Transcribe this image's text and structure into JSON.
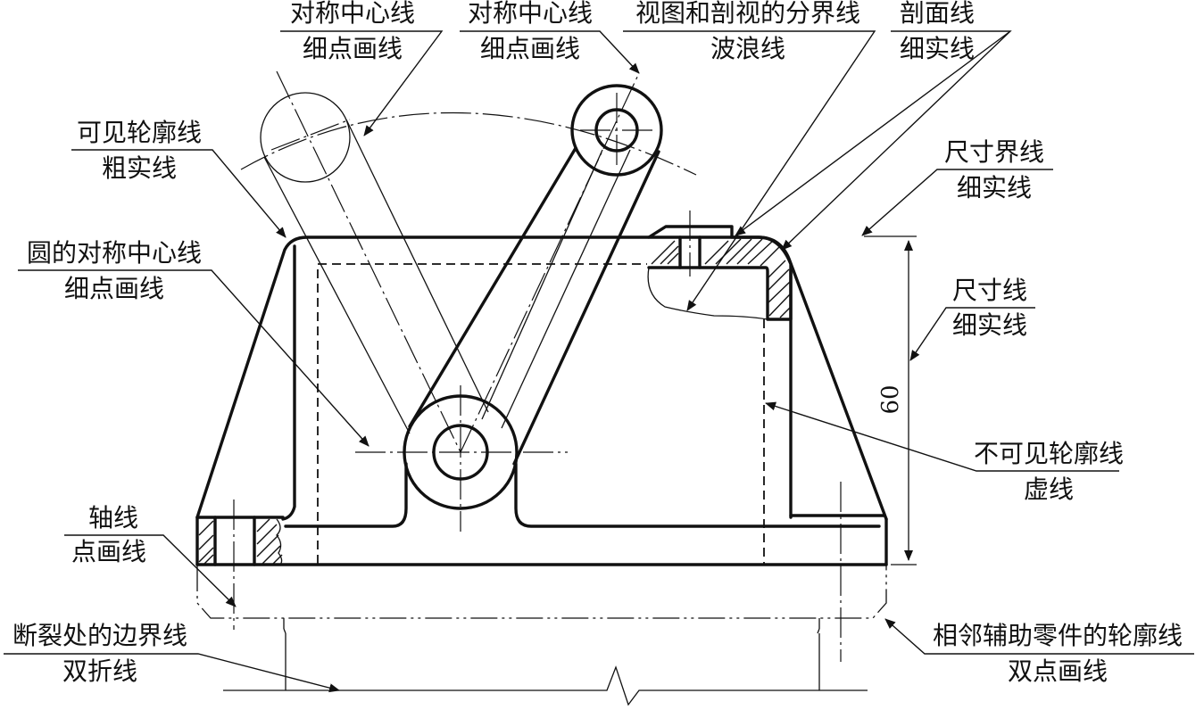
{
  "labels": {
    "top_sym1": [
      "对称中心线",
      "细点画线"
    ],
    "top_sym2": [
      "对称中心线",
      "细点画线"
    ],
    "top_boundary": [
      "视图和剖视的分界线",
      "波浪线"
    ],
    "top_section": [
      "剖面线",
      "细实线"
    ],
    "visible_outline": [
      "可见轮廓线",
      "粗实线"
    ],
    "circle_center": [
      "圆的对称中心线",
      "细点画线"
    ],
    "ext_line": [
      "尺寸界线",
      "细实线"
    ],
    "dim_line": [
      "尺寸线",
      "细实线"
    ],
    "hidden_outline": [
      "不可见轮廓线",
      "虚线"
    ],
    "axis_line": [
      "轴线",
      "点画线"
    ],
    "break_line": [
      "断裂处的边界线",
      "双折线"
    ],
    "adjacent_part": [
      "相邻辅助零件的轮廓线",
      "双点画线"
    ]
  },
  "dimension": {
    "value": "60"
  }
}
